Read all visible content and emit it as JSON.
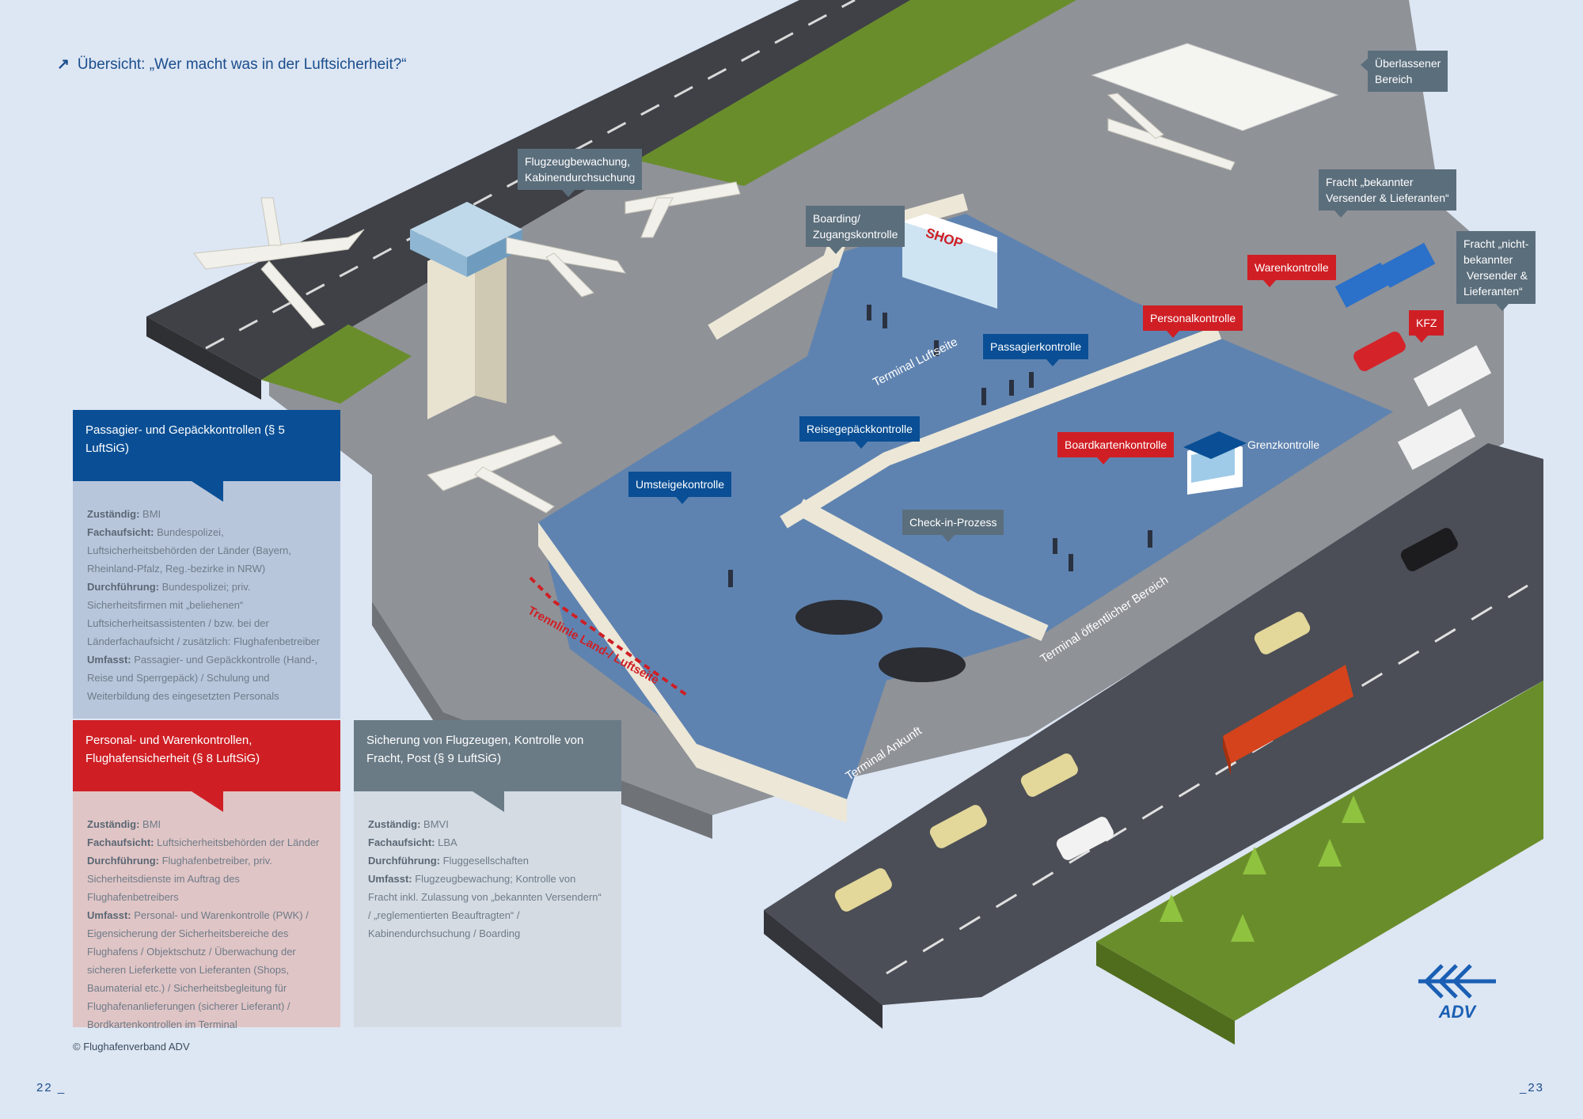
{
  "title": "Übersicht: „Wer macht was in der Luftsicherheit?“",
  "labels": {
    "flugzeugbewachung": [
      "Flugzeugbewachung,",
      "Kabinendurchsuchung"
    ],
    "ueberlassener": [
      "Überlassener",
      "Bereich"
    ],
    "fracht_bekannt": [
      "Fracht „bekannter",
      "Versender & Lieferanten“"
    ],
    "fracht_nicht": [
      "Fracht „nicht-",
      "bekannter",
      " Versender &",
      "Lieferanten“"
    ],
    "boarding": [
      "Boarding/",
      "Zugangskontrolle"
    ],
    "shop": "SHOP",
    "warenkontrolle": "Warenkontrolle",
    "personalkontrolle": "Personalkontrolle",
    "kfz": "KFZ",
    "passagierkontrolle": "Passagierkontrolle",
    "reisegepaeck": "Reisegepäckkontrolle",
    "boardkarten": "Boardkartenkontrolle",
    "grenzkontrolle": "Grenzkontrolle",
    "umsteige": "Umsteigekontrolle",
    "checkin": "Check-in-Prozess",
    "terminal_luftseite": "Terminal Luftseite",
    "terminal_oeffentlich": "Terminal öffentlicher Bereich",
    "terminal_ankunft": "Terminal Ankunft",
    "trennlinie": "Trennlinie Land-/ Luftseite"
  },
  "boxes": {
    "pax": {
      "title": "Passagier- und Gepäckkontrollen (§ 5 LuftSiG)",
      "rows": [
        {
          "k": "Zuständig:",
          "v": " BMI"
        },
        {
          "k": "Fachaufsicht:",
          "v": " Bundespolizei, Luftsicherheitsbehörden der Länder (Bayern, Rheinland-Pfalz, Reg.-bezirke in NRW)"
        },
        {
          "k": "Durchführung:",
          "v": " Bundespolizei; priv. Sicherheitsfirmen mit „beliehenen“ Luftsicherheitsassistenten / bzw. bei der Länderfachaufsicht / zusätzlich: Flughafenbetreiber"
        },
        {
          "k": "Umfasst:",
          "v": " Passagier- und Gepäckkontrolle (Hand-, Reise und Sperrgepäck) / Schulung und Weiterbildung des eingesetzten Personals"
        }
      ]
    },
    "staff": {
      "title": "Personal- und Warenkontrollen, Flughafensicherheit (§ 8 LuftSiG)",
      "rows": [
        {
          "k": "Zuständig:",
          "v": " BMI"
        },
        {
          "k": "Fachaufsicht:",
          "v": " Luftsicherheitsbehörden der Länder"
        },
        {
          "k": "Durchführung:",
          "v": " Flughafenbetreiber, priv. Sicherheitsdienste im Auftrag des Flughafenbetreibers"
        },
        {
          "k": "Umfasst:",
          "v": " Personal- und Warenkontrolle (PWK) / Eigensicherung der Sicherheitsbereiche des Flughafens / Objektschutz / Überwachung der sicheren Lieferkette von Lieferanten (Shops, Baumaterial etc.) / Sicherheitsbegleitung für Flughafenanlieferungen (sicherer Lieferant) / Bordkartenkontrollen im Terminal"
        }
      ]
    },
    "aircraft": {
      "title": "Sicherung von Flugzeugen, Kontrolle von Fracht, Post (§ 9 LuftSiG)",
      "rows": [
        {
          "k": "Zuständig:",
          "v": " BMVI"
        },
        {
          "k": "Fachaufsicht:",
          "v": " LBA"
        },
        {
          "k": "Durchführung:",
          "v": " Fluggesellschaften"
        },
        {
          "k": "Umfasst:",
          "v": " Flugzeugbewachung; Kontrolle von Fracht inkl. Zulassung von „bekannten Versendern“ / „reglementierten Beauftragten“ / Kabinendurchsuchung / Boarding"
        }
      ]
    }
  },
  "copyright": "© Flughafenverband ADV",
  "page_left": "22 _",
  "page_right": "_23",
  "logo_text": "ADV",
  "colors": {
    "blue": "#0a4f95",
    "red": "#cf1f25",
    "gray": "#5b6e7c",
    "floor": "#5f83b0",
    "grass": "#6a8d2c",
    "road": "#4a4d55"
  }
}
